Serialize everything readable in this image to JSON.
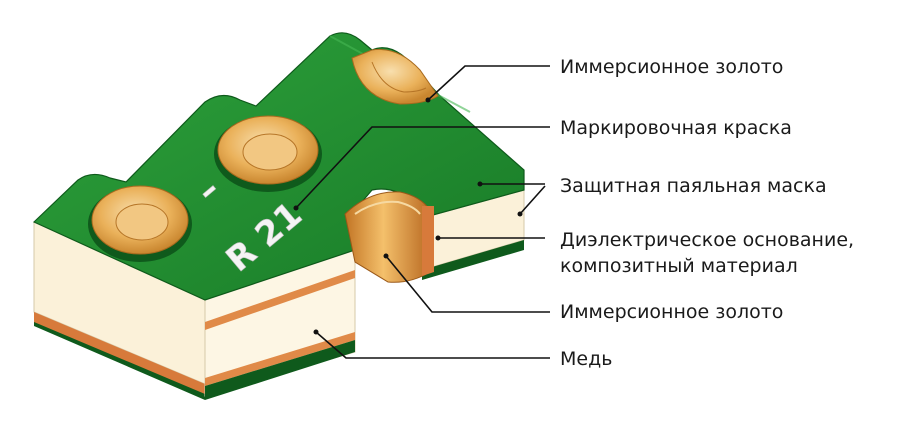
{
  "marking": {
    "text": "R 21",
    "dash": "–"
  },
  "labels": {
    "gold_top": "Иммерсионное золото",
    "marking_ink": "Маркировочная краска",
    "solder_mask": "Защитная паяльная маска",
    "dielectric_line1": "Диэлектрическое основание,",
    "dielectric_line2": "композитный материал",
    "gold_bottom": "Иммерсионное золото",
    "copper": "Медь"
  },
  "colors": {
    "solder_mask": "#1f8a2e",
    "solder_mask_dark": "#0f5a1c",
    "gold": "#e7a94c",
    "gold_light": "#f6d9a2",
    "copper": "#d77a3b",
    "dielectric": "#fbf1d9",
    "marking_ink": "#f4f4f4"
  }
}
